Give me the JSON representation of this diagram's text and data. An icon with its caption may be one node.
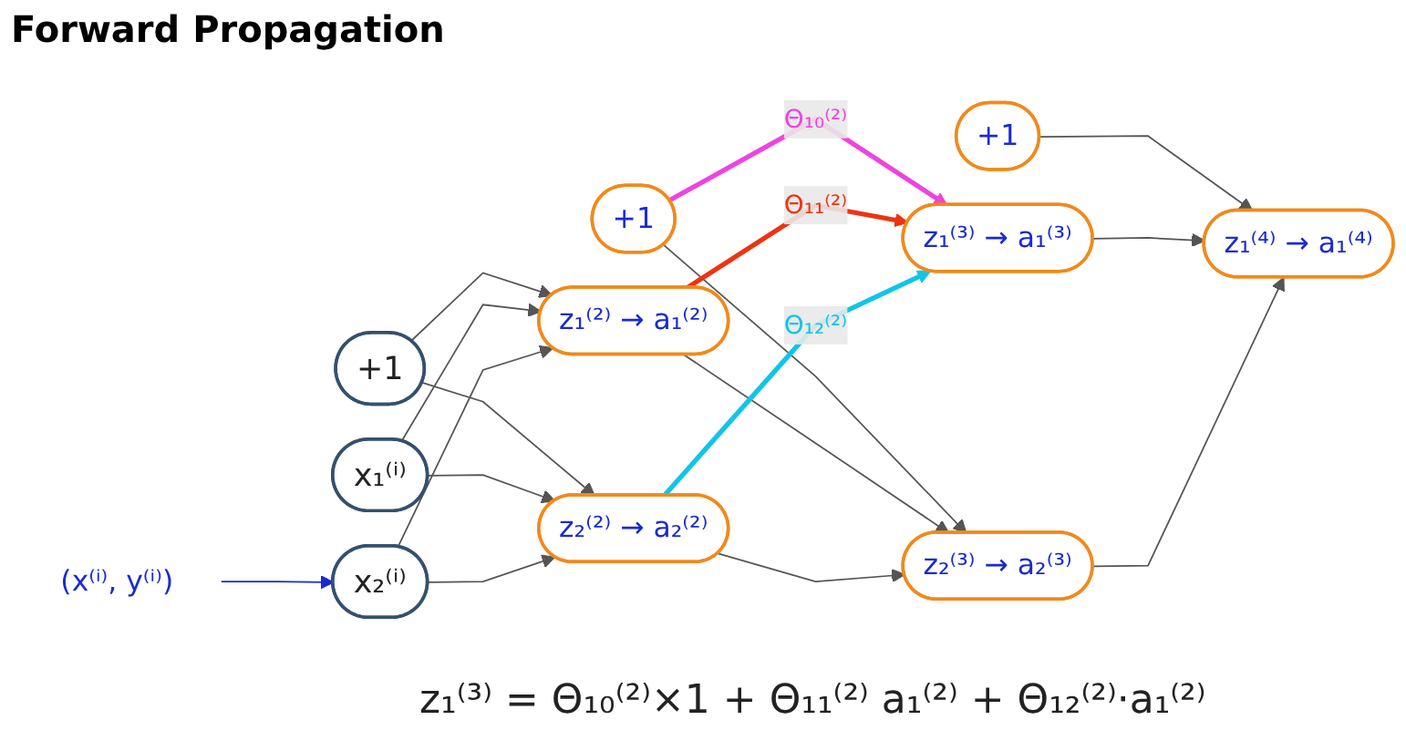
{
  "diagram": {
    "title": "Forward Propagation",
    "nodes": [
      {
        "text": [
          "+1"
        ]
      },
      {
        "text": [
          "x₁⁽ⁱ⁾"
        ]
      },
      {
        "text": [
          "x₂⁽ⁱ⁾"
        ]
      },
      {
        "text": [
          "+1"
        ]
      },
      {
        "text": [
          "z₁⁽²⁾ → a₁⁽²⁾"
        ]
      },
      {
        "text": [
          "z₂⁽²⁾ → a₂⁽²⁾"
        ]
      },
      {
        "text": [
          "+1"
        ]
      },
      {
        "text": [
          "z₁⁽³⁾ → a₁⁽³⁾"
        ]
      },
      {
        "text": [
          "z₂⁽³⁾ → a₂⁽³⁾"
        ]
      },
      {
        "text": [
          "z₁⁽⁴⁾ → a₁⁽⁴⁾"
        ]
      },
      {
        "text": [
          "(x⁽ⁱ⁾, y⁽ⁱ⁾)"
        ]
      }
    ],
    "edges": [
      {
        "from": 0,
        "to": 4,
        "arrow": "to"
      },
      {
        "from": 0,
        "to": 5,
        "arrow": "to"
      },
      {
        "from": 1,
        "to": 4,
        "arrow": "to"
      },
      {
        "from": 1,
        "to": 5,
        "arrow": "to"
      },
      {
        "from": 2,
        "to": 4,
        "arrow": "to"
      },
      {
        "from": 2,
        "to": 5,
        "arrow": "to"
      },
      {
        "from": 3,
        "to": 7,
        "arrow": "to",
        "label": "Θ₁₀⁽²⁾",
        "style": "thick",
        "color": "#ee44dd"
      },
      {
        "from": 3,
        "to": 8,
        "arrow": "to"
      },
      {
        "from": 4,
        "to": 7,
        "arrow": "to",
        "label": "Θ₁₁⁽²⁾",
        "style": "thick",
        "color": "#ee3311"
      },
      {
        "from": 4,
        "to": 8,
        "arrow": "to"
      },
      {
        "from": 5,
        "to": 7,
        "arrow": "to",
        "label": "Θ₁₂⁽²⁾",
        "style": "thick",
        "color": "#11c4e8"
      },
      {
        "from": 5,
        "to": 8,
        "arrow": "to"
      },
      {
        "from": 6,
        "to": 9,
        "arrow": "to"
      },
      {
        "from": 7,
        "to": 9,
        "arrow": "to"
      },
      {
        "from": 8,
        "to": 9,
        "arrow": "to"
      },
      {
        "from": 10,
        "to": 2,
        "arrow": "to",
        "color": "#1a2bd0"
      }
    ],
    "labels": [
      "z₁⁽³⁾ = Θ₁₀⁽²⁾×1 + Θ₁₁⁽²⁾ a₁⁽²⁾ + Θ₁₂⁽²⁾·a₁⁽²⁾"
    ]
  }
}
